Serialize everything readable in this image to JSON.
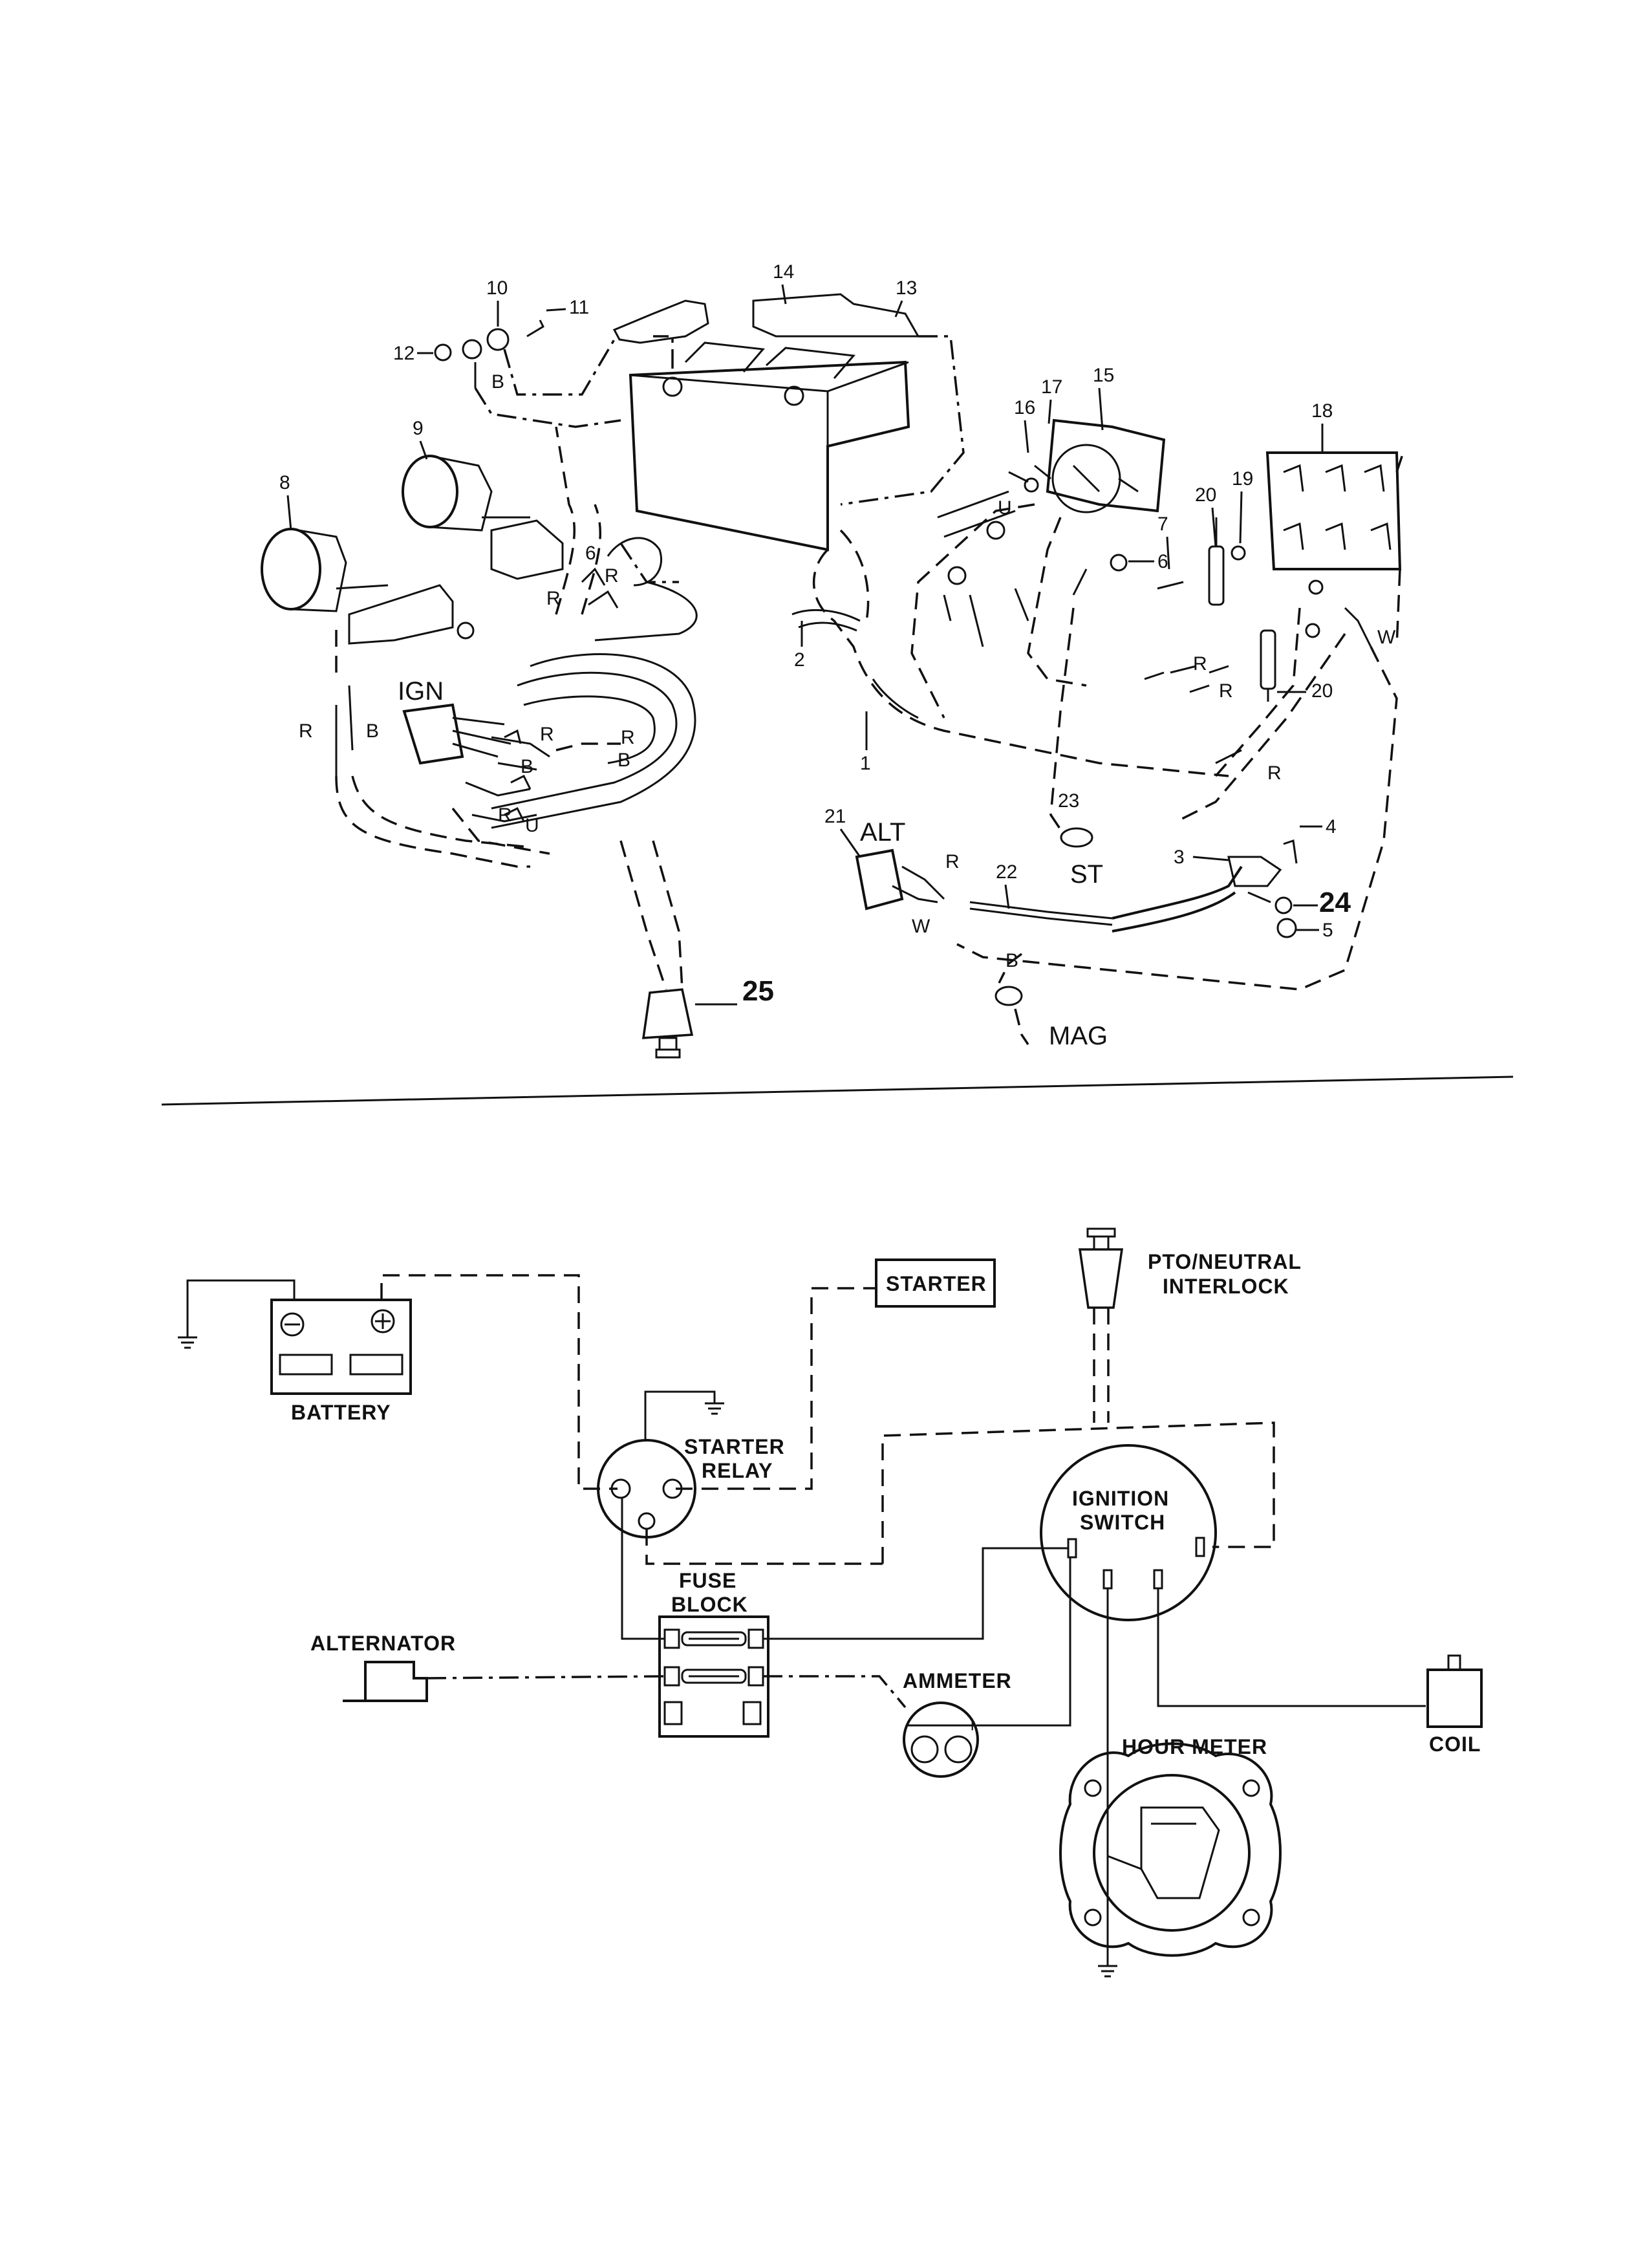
{
  "pictorial": {
    "callouts": {
      "n1": "1",
      "n2": "2",
      "n3": "3",
      "n4": "4",
      "n5": "5",
      "n6": "6",
      "n6b": "6",
      "n7": "7",
      "n8": "8",
      "n9": "9",
      "n10": "10",
      "n11": "11",
      "n12": "12",
      "n13": "13",
      "n14": "14",
      "n15": "15",
      "n16": "16",
      "n17": "17",
      "n18": "18",
      "n19": "19",
      "n20": "20",
      "n20b": "20",
      "n21": "21",
      "n22": "22",
      "n23": "23",
      "n24": "24",
      "n25": "25"
    },
    "labels": {
      "ign": "IGN",
      "alt": "ALT",
      "st": "ST",
      "mag": "MAG"
    },
    "wire_codes": {
      "b": "B",
      "r": "R",
      "u": "U",
      "w": "W"
    }
  },
  "schematic": {
    "battery": "BATTERY",
    "starter": "STARTER",
    "starter_relay_1": "STARTER",
    "starter_relay_2": "RELAY",
    "pto_1": "PTO/NEUTRAL",
    "pto_2": "INTERLOCK",
    "ignition_1": "IGNITION",
    "ignition_2": "SWITCH",
    "fuse_1": "FUSE",
    "fuse_2": "BLOCK",
    "alternator": "ALTERNATOR",
    "ammeter": "AMMETER",
    "hour_meter": "HOUR METER",
    "coil": "COIL",
    "minus": "−",
    "plus": "+"
  }
}
